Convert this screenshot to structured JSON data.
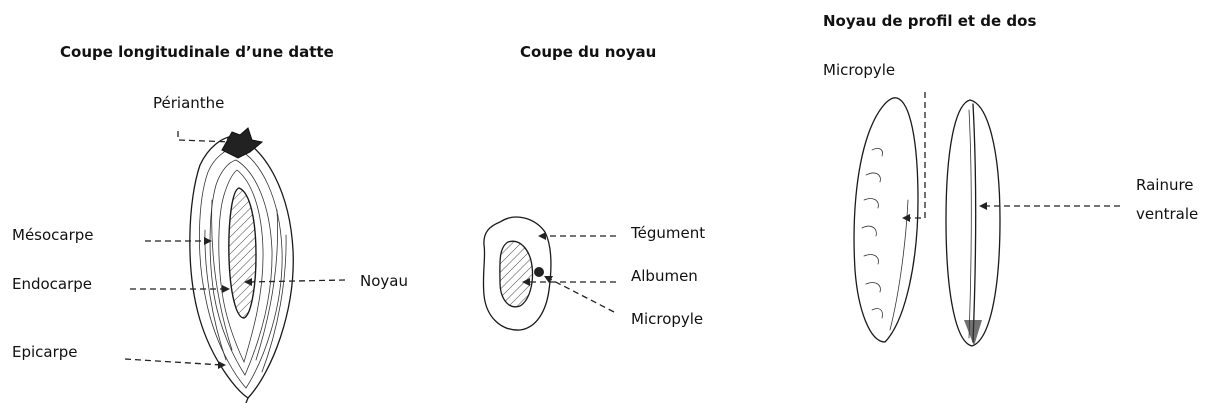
{
  "panels": {
    "datte": {
      "title": "Coupe longitudinale d’une datte",
      "labels": {
        "perianthe": "Périanthe",
        "mesocarpe": "Mésocarpe",
        "endocarpe": "Endocarpe",
        "epicarpe": "Epicarpe",
        "noyau": "Noyau"
      }
    },
    "noyau_coupe": {
      "title": "Coupe du noyau",
      "labels": {
        "tegument": "Tégument",
        "albumen": "Albumen",
        "micropyle": "Micropyle"
      }
    },
    "noyau_profil": {
      "title": "Noyau de profil et de dos",
      "labels": {
        "micropyle": "Micropyle",
        "rainure_line1": "Rainure",
        "rainure_line2": "ventrale"
      }
    }
  }
}
